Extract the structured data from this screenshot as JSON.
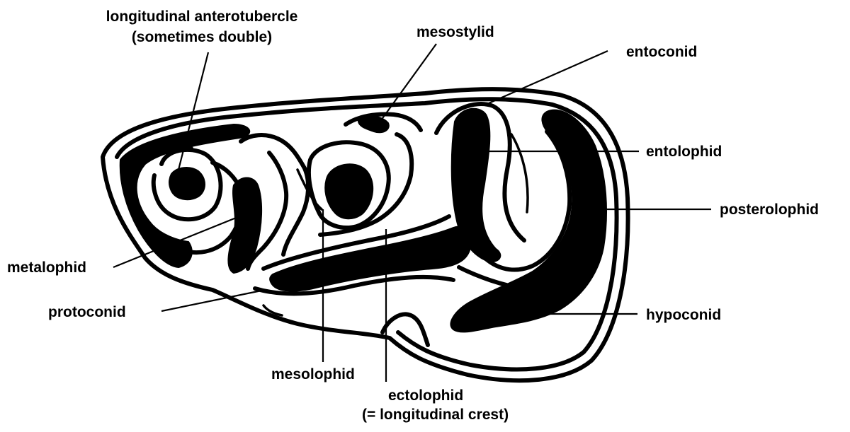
{
  "labels": {
    "longitudinal_anterotubercle": "longitudinal anterotubercle",
    "sometimes_double": "(sometimes double)",
    "mesostylid": "mesostylid",
    "entoconid": "entoconid",
    "entolophid": "entolophid",
    "posterolophid": "posterolophid",
    "metalophid": "metalophid",
    "protoconid": "protoconid",
    "hypoconid": "hypoconid",
    "mesolophid": "mesolophid",
    "ectolophid": "ectolophid",
    "longitudinal_crest": "(= longitudinal crest)"
  },
  "colors": {
    "ink": "#000000",
    "background": "#ffffff"
  }
}
